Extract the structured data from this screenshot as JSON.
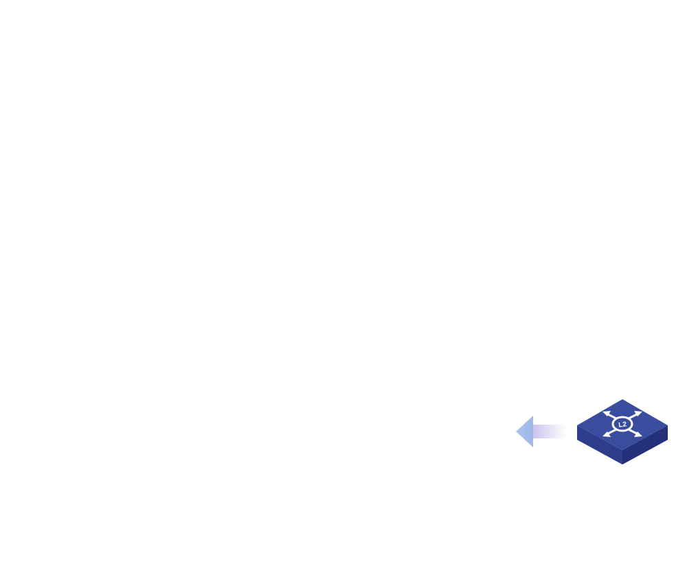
{
  "diagram": {
    "devices": [
      {
        "type": "layer2-switch",
        "icon": "l2-switch-icon",
        "label": "L2",
        "colors": {
          "top": "#3a4c9e",
          "left": "#2d3c8b",
          "right": "#24307a",
          "symbol": "#ffffff"
        }
      }
    ],
    "connectors": [
      {
        "type": "arrow",
        "direction": "left",
        "icon": "arrow-left-icon",
        "colors": {
          "head": "#9fb7e6",
          "tail_start": "#c7c1ea",
          "tail_end": "#ffffff"
        }
      }
    ]
  }
}
